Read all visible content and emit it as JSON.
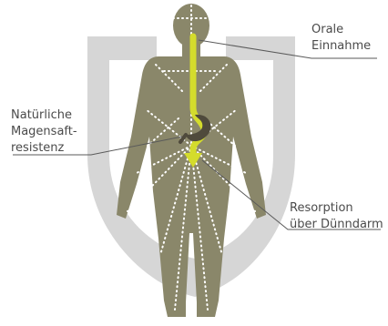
{
  "labels": {
    "oral": [
      "Orale",
      "Einnahme"
    ],
    "gastric": [
      "Natürliche",
      "Magensaft-",
      "resistenz"
    ],
    "resorption": [
      "Resorption",
      "über Dünndarm"
    ]
  },
  "icons": [
    "shield-shape",
    "human-body",
    "digestive-path-arrow",
    "stomach-shape"
  ],
  "colors": {
    "shield": "#d6d6d6",
    "body": "#8a876a",
    "path": "#d4dc2c",
    "stomach": "#4f4a3c",
    "dots": "#ffffff",
    "leader": "#5a5a5a",
    "text": "#4a4a4a"
  }
}
